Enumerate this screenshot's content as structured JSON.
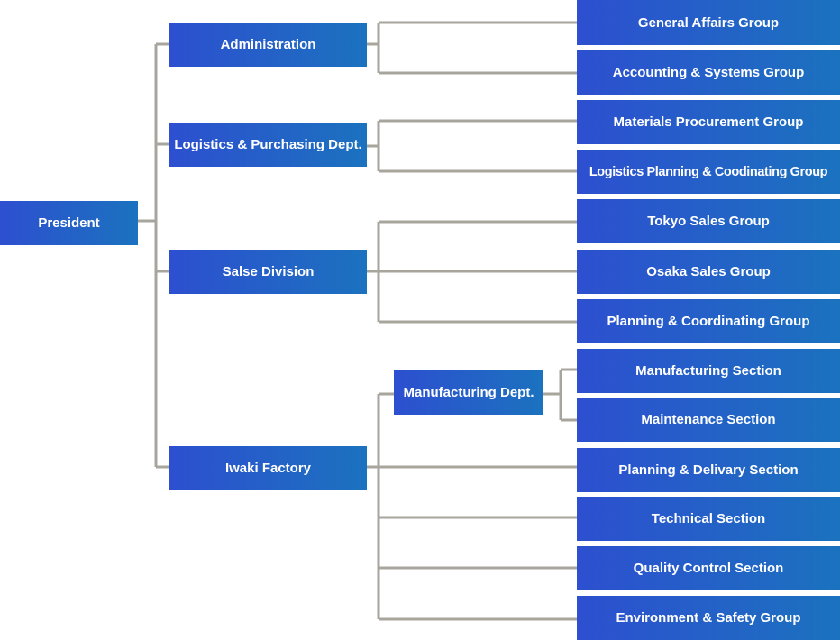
{
  "colors": {
    "box_gradient_start": "#2d4fd0",
    "box_gradient_end": "#1b72bf",
    "line": "#a7a59c",
    "text": "#ffffff"
  },
  "org": {
    "root": "President",
    "level1": [
      "Administration",
      "Logistics & Purchasing Dept.",
      "Salse Division",
      "Iwaki Factory"
    ],
    "level2": [
      "Manufacturing Dept."
    ],
    "groups": [
      "General Affairs Group",
      "Accounting & Systems Group",
      "Materials Procurement Group",
      "Logistics Planning & Coodinating Group",
      "Tokyo Sales Group",
      "Osaka Sales Group",
      "Planning & Coordinating Group",
      "Manufacturing Section",
      "Maintenance Section",
      "Planning & Delivary Section",
      "Technical Section",
      "Quality Control Section",
      "Environment & Safety Group"
    ]
  }
}
